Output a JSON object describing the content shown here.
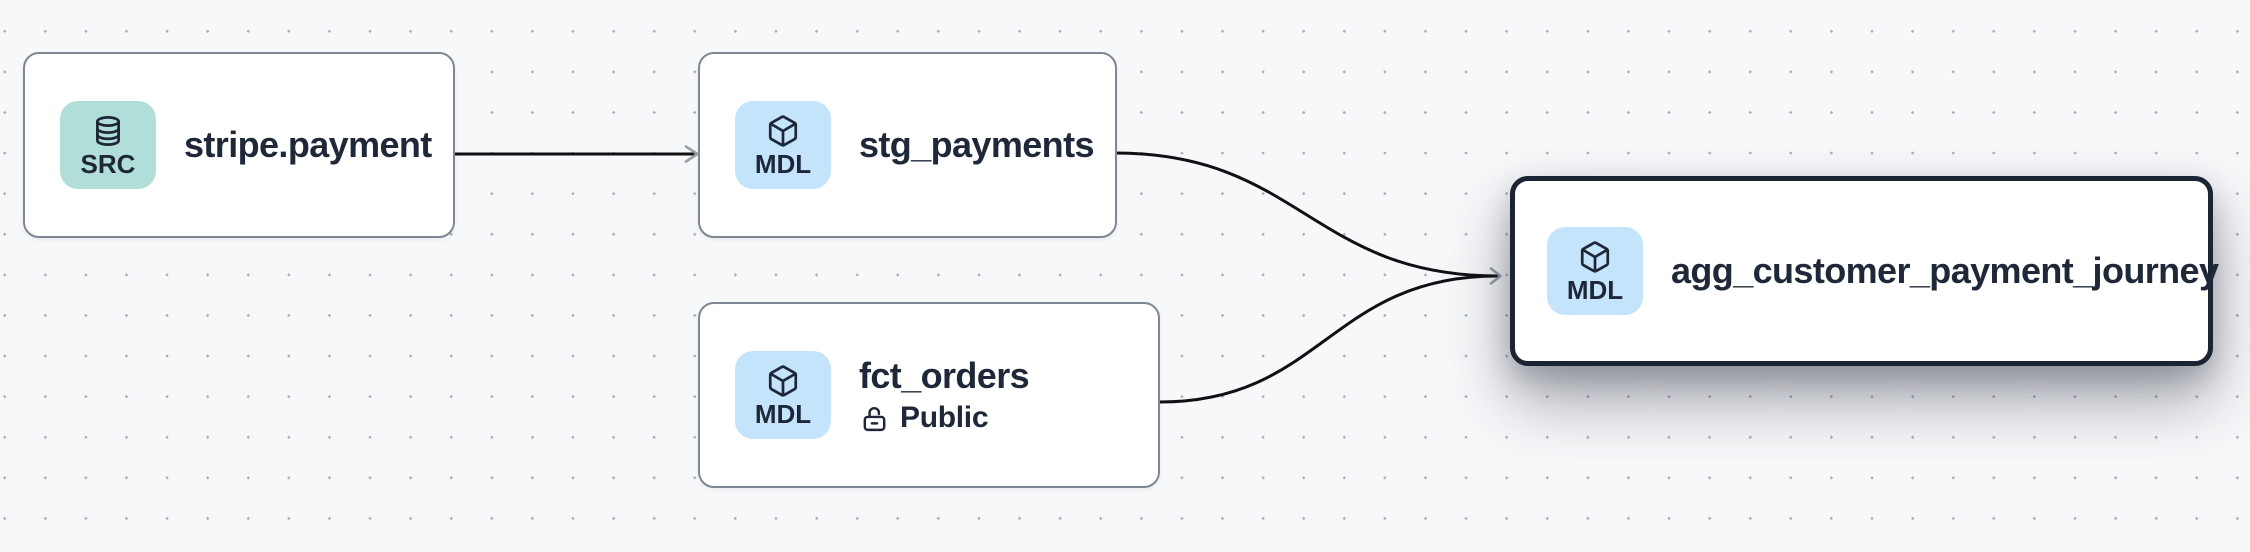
{
  "canvas": {
    "background_color": "#f7f8fa",
    "dot_color": "#a9aeb8",
    "edge_color": "#101114",
    "arrowhead_color": "#98a0ab"
  },
  "nodes": [
    {
      "id": "stripe.payment",
      "title": "stripe.payment",
      "badge": {
        "label": "SRC",
        "icon": "database-icon",
        "color": "#b1ded9"
      },
      "selected": false
    },
    {
      "id": "stg_payments",
      "title": "stg_payments",
      "badge": {
        "label": "MDL",
        "icon": "cube-icon",
        "color": "#c3e4fb"
      },
      "selected": false
    },
    {
      "id": "fct_orders",
      "title": "fct_orders",
      "visibility": "Public",
      "badge": {
        "label": "MDL",
        "icon": "cube-icon",
        "color": "#c3e4fb"
      },
      "selected": false
    },
    {
      "id": "agg_customer_payment_journey",
      "title": "agg_customer_payment_journey",
      "badge": {
        "label": "MDL",
        "icon": "cube-icon",
        "color": "#c3e4fb"
      },
      "selected": true,
      "border_color": "#1b2433"
    }
  ],
  "edges": [
    {
      "from": "stripe.payment",
      "to": "stg_payments"
    },
    {
      "from": "stg_payments",
      "to": "agg_customer_payment_journey"
    },
    {
      "from": "fct_orders",
      "to": "agg_customer_payment_journey"
    }
  ]
}
